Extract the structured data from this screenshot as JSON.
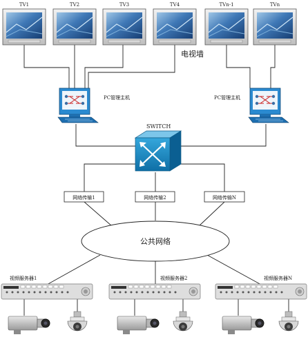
{
  "tv_labels": [
    "TV1",
    "TV2",
    "TV3",
    "TV4",
    "TVn-1",
    "TVn"
  ],
  "video_wall_label": "电视墙",
  "pc_left_label": "PC管理主机",
  "pc_right_label": "PC管理主机",
  "switch_label": "SWITCH",
  "transmission_labels": [
    "网络传输1",
    "网络传输2",
    "网络传输N"
  ],
  "network_label": "公共网络",
  "server_labels": [
    "视频服务器1",
    "视频服务器2",
    "视频服务器N"
  ],
  "colors": {
    "line": "#222222",
    "switch_blue": "#1a8fc9",
    "screen_blue": "#3a6ea5"
  }
}
